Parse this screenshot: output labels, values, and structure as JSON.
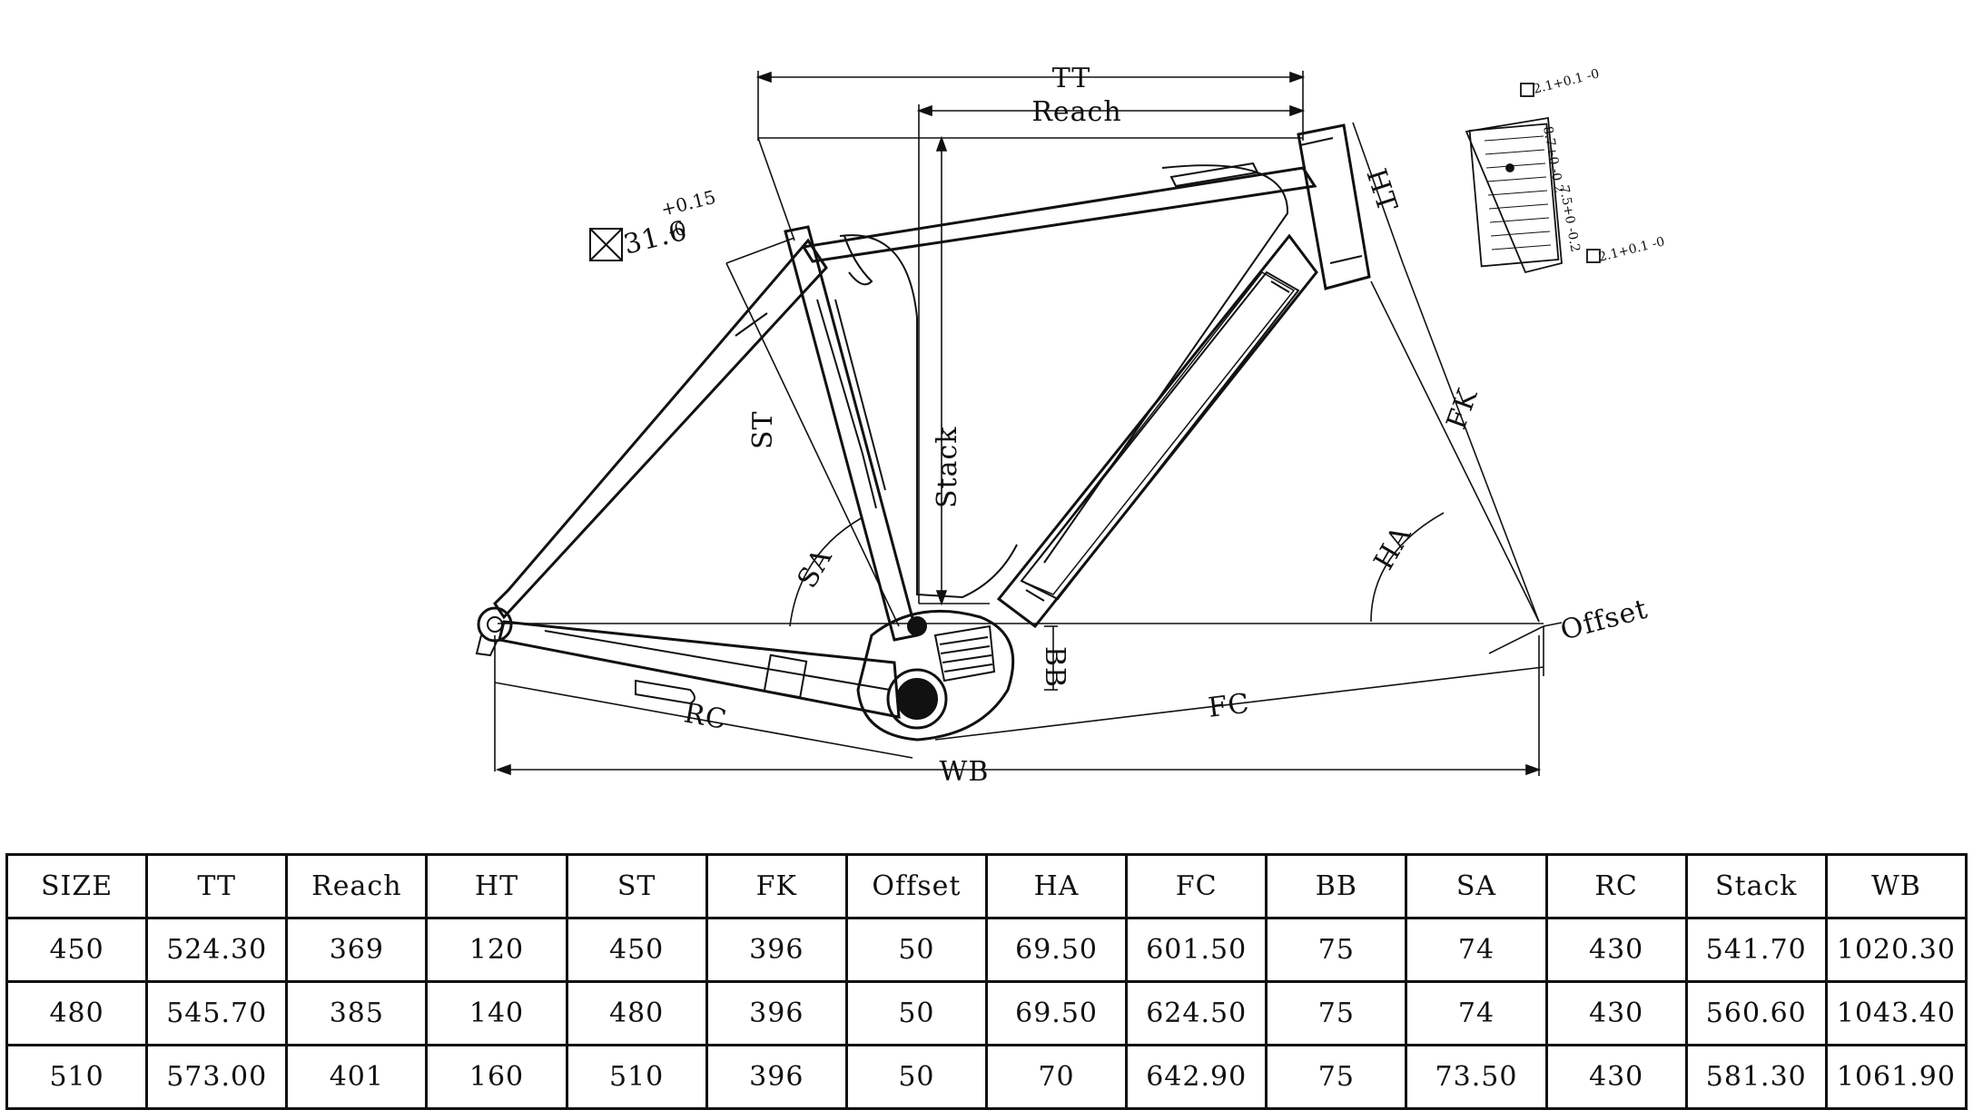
{
  "diagram": {
    "dimension_labels": {
      "tt": "TT",
      "reach": "Reach",
      "ht": "HT",
      "st": "ST",
      "stack": "Stack",
      "fk": "FK",
      "sa": "SA",
      "ha": "HA",
      "offset": "Offset",
      "bb": "BB",
      "rc": "RC",
      "fc": "FC",
      "wb": "WB"
    },
    "seatpost_callout": {
      "value": "31.6",
      "upper": "+0.15",
      "lower": "-0"
    },
    "headset_callouts": [
      "2.1+0.1 -0",
      "8.7+0 -0.2",
      "7.5+0 -0.2",
      "2.1+0.1 -0"
    ]
  },
  "geometry_table": {
    "headers": [
      "SIZE",
      "TT",
      "Reach",
      "HT",
      "ST",
      "FK",
      "Offset",
      "HA",
      "FC",
      "BB",
      "SA",
      "RC",
      "Stack",
      "WB"
    ],
    "rows": [
      [
        "450",
        "524.30",
        "369",
        "120",
        "450",
        "396",
        "50",
        "69.50",
        "601.50",
        "75",
        "74",
        "430",
        "541.70",
        "1020.30"
      ],
      [
        "480",
        "545.70",
        "385",
        "140",
        "480",
        "396",
        "50",
        "69.50",
        "624.50",
        "75",
        "74",
        "430",
        "560.60",
        "1043.40"
      ],
      [
        "510",
        "573.00",
        "401",
        "160",
        "510",
        "396",
        "50",
        "70",
        "642.90",
        "75",
        "73.50",
        "430",
        "581.30",
        "1061.90"
      ]
    ]
  }
}
